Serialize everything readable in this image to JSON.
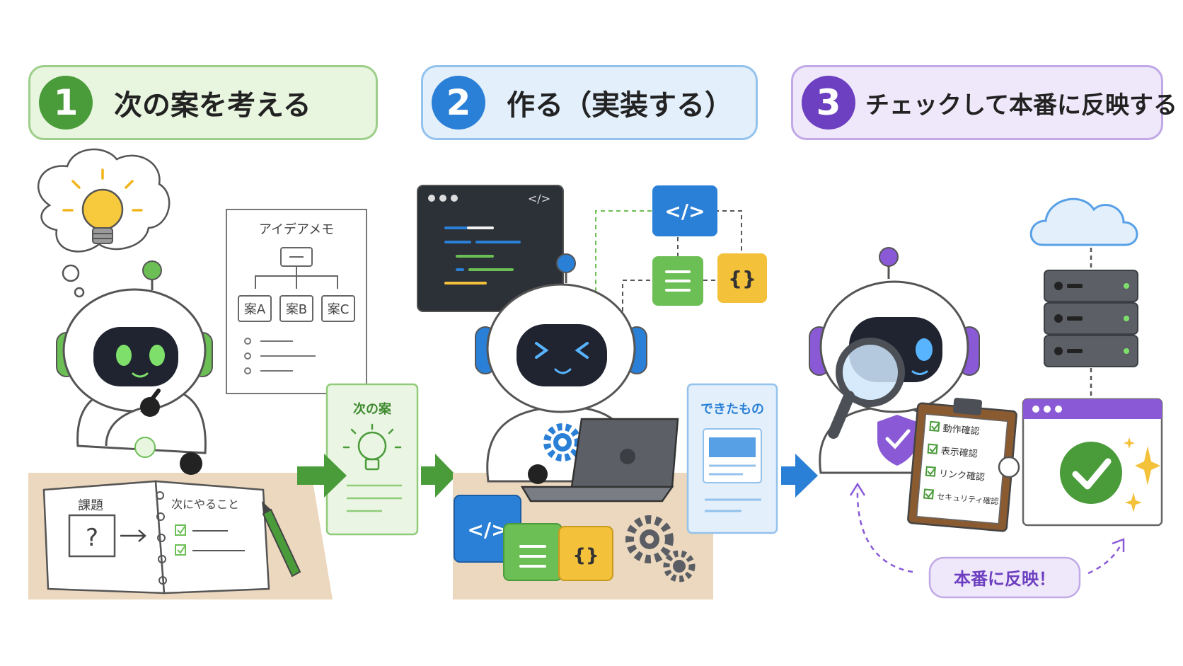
{
  "steps": [
    {
      "number": "1",
      "title": "次の案を考える",
      "color": "#4a9b3a"
    },
    {
      "number": "2",
      "title": "作る（実装する）",
      "color": "#2a7fd6"
    },
    {
      "number": "3",
      "title": "チェックして本番に反映する",
      "color": "#6d3fc1"
    }
  ],
  "step1": {
    "memo_title": "アイデアメモ",
    "options": [
      "案A",
      "案B",
      "案C"
    ],
    "notebook_left": "課題",
    "notebook_question": "?",
    "notebook_right": "次にやること",
    "card_label": "次の案"
  },
  "step2": {
    "code_tag": "</>",
    "brace_tag": "{}",
    "card_label": "できたもの"
  },
  "step3": {
    "checklist": [
      "動作確認",
      "表示確認",
      "リンク確認",
      "セキュリティ確認"
    ],
    "deploy_label": "本番に反映！"
  },
  "colors": {
    "green": "#4a9b3a",
    "blue": "#2a7fd6",
    "purple": "#6d3fc1",
    "yellow": "#f3c13a",
    "desk": "#ecd8be"
  }
}
